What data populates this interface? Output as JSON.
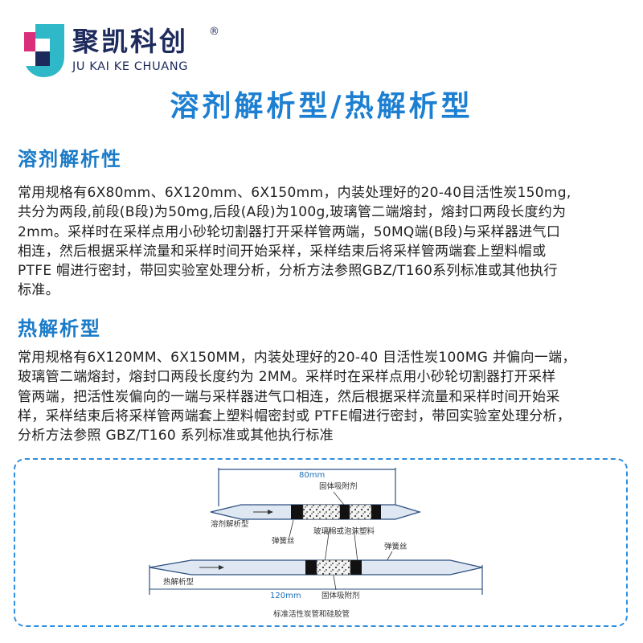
{
  "brand": {
    "name_cn": "聚凯科创",
    "registered": "®",
    "name_en": "JU KAI KE CHUANG",
    "colors": {
      "navy": "#1d2a5c",
      "teal": "#2fb9c8",
      "magenta": "#d92f7a",
      "accent": "#1c7fd1"
    }
  },
  "page_title": "溶剂解析型/热解析型",
  "sections": [
    {
      "title": "溶剂解析性",
      "body": "常用规格有6X80mm、6X120mm、6X150mm，内装处理好的20-40目活性炭150mg,\n共分为两段,前段(B段)为50mg,后段(A段)为100g,玻璃管二端熔封，熔封口两段长度约为\n 2mm。采样时在采样点用小砂轮切割器打开采样管两端，50MQ端(B段)与采样器进气口\n相连，然后根据采样流量和采样时间开始采样，采样结束后将采样管两端套上塑料帽或\nPTFE 帽进行密封，带回实验室处理分析，分析方法参照GBZ/T160系列标准或其他执行\n标准。"
    },
    {
      "title": "热解析型",
      "body": "常用规格有6X120MM、6X150MM，内装处理好的20-40 目活性炭100MG 并偏向一端，\n玻璃管二端熔封，熔封口两段长度约为 2MM。采样时在采样点用小砂轮切割器打开采样\n管两端，把活性炭偏向的一端与采样器进气口相连，然后根据采样流量和采样时间开始采\n样，采样结束后将采样管两端套上塑料帽密封或 PTFE帽进行密封，带回实验室处理分析，\n分析方法参照 GBZ/T160 系列标准或其他执行标准"
    }
  ],
  "figure": {
    "top_dimension": "80mm",
    "label_adsorbent_top": "固体吸附剂",
    "label_solvent_tube": "溶剂解析型",
    "label_spring_left": "弹簧丝",
    "label_glasswool": "玻璃棉或泡沫塑料",
    "label_spring_right": "弹簧丝",
    "label_thermal_tube": "热解析型",
    "bottom_dimension": "120mm",
    "label_adsorbent_bottom": "固体吸附剂",
    "caption": "标准活性炭管和硅胶管"
  }
}
